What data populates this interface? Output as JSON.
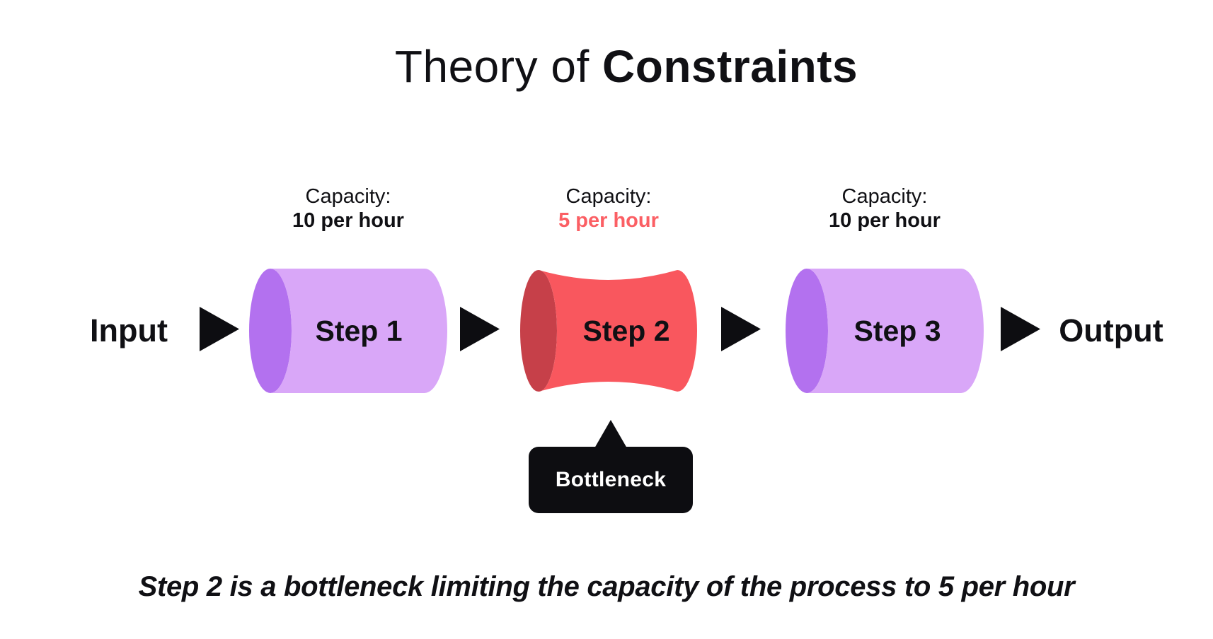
{
  "title": {
    "regular": "Theory of ",
    "bold": "Constraints"
  },
  "flow": {
    "input_label": "Input",
    "output_label": "Output",
    "steps": [
      {
        "label": "Step 1",
        "capacity_label": "Capacity:",
        "capacity_value": "10 per hour",
        "is_bottleneck": false
      },
      {
        "label": "Step 2",
        "capacity_label": "Capacity:",
        "capacity_value": "5 per hour",
        "is_bottleneck": true
      },
      {
        "label": "Step 3",
        "capacity_label": "Capacity:",
        "capacity_value": "10 per hour",
        "is_bottleneck": false
      }
    ]
  },
  "callout": {
    "label": "Bottleneck"
  },
  "caption": "Step 2 is a bottleneck limiting the capacity of the process to 5 per hour",
  "colors": {
    "background": "#ffffff",
    "text": "#101014",
    "step_body": "#D9A7F8",
    "step_cap": "#B371EF",
    "bottleneck_body": "#F9575E",
    "bottleneck_cap": "#C64049",
    "capacity_highlight": "#FB5F64",
    "callout_bg": "#0D0D11",
    "callout_text": "#ffffff",
    "arrow": "#0D0D11"
  }
}
